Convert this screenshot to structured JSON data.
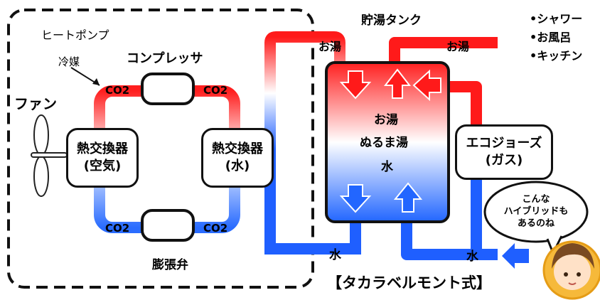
{
  "labels": {
    "heatpump": "ヒートポンプ",
    "refrigerant": "冷媒",
    "compressor": "コンプレッサ",
    "fan": "ファン",
    "expansion_valve": "膨張弁",
    "co2": "CO2",
    "hx_air_line1": "熱交換器",
    "hx_air_line2": "(空気)",
    "hx_water_line1": "熱交換器",
    "hx_water_line2": "(水)",
    "tank_title": "貯湯タンク",
    "hot_water": "お湯",
    "lukewarm": "ぬるま湯",
    "water": "水",
    "ecojoz_line1": "エコジョーズ",
    "ecojoz_line2": "(ガス)",
    "caption": "【タカラベルモント式】"
  },
  "uses": [
    "•シャワー",
    "•お風呂",
    "•キッチン"
  ],
  "bubble": [
    "こんな",
    "ハイブリッドも",
    "あるのね"
  ],
  "colors": {
    "hot": "#ff1a1a",
    "cold": "#1f6bff"
  }
}
